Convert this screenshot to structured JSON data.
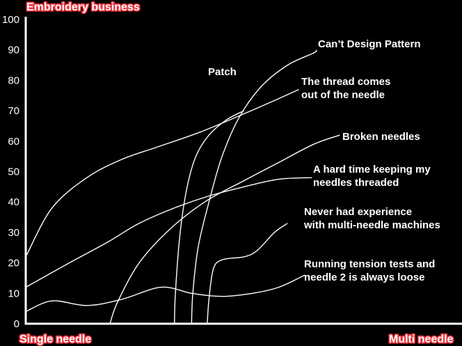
{
  "chart_data": {
    "type": "line",
    "title": "Embroidery business",
    "xlabel_left": "Single needle",
    "xlabel_right": "Multi needle",
    "ylim": [
      0,
      100
    ],
    "xlim": [
      0,
      100
    ],
    "y_ticks": [
      0,
      10,
      20,
      30,
      40,
      50,
      60,
      70,
      80,
      90,
      100
    ],
    "grid": false,
    "series": [
      {
        "name": "Can’t Design Pattern",
        "color": "#ffffff",
        "points": [
          [
            38.0,
            0
          ],
          [
            38.3,
            10
          ],
          [
            39.5,
            25
          ],
          [
            42,
            40
          ],
          [
            45,
            55
          ],
          [
            49,
            68
          ],
          [
            54,
            78
          ],
          [
            60,
            85
          ],
          [
            66,
            89
          ],
          [
            66.6,
            90
          ]
        ]
      },
      {
        "name": "Patch",
        "color": "#ffffff",
        "points": [
          [
            34.1,
            0
          ],
          [
            34.3,
            10
          ],
          [
            35.4,
            30
          ],
          [
            37,
            45
          ],
          [
            39,
            55
          ],
          [
            42,
            62
          ],
          [
            46,
            67
          ],
          [
            50,
            70
          ]
        ]
      },
      {
        "name": "The thread comes out of the needle",
        "color": "#ffffff",
        "points": [
          [
            0,
            22
          ],
          [
            6,
            38
          ],
          [
            14,
            48
          ],
          [
            22,
            54
          ],
          [
            30,
            58
          ],
          [
            40,
            63
          ],
          [
            50,
            69
          ],
          [
            58,
            74
          ],
          [
            62.6,
            77
          ]
        ]
      },
      {
        "name": "Broken needles",
        "color": "#ffffff",
        "points": [
          [
            19.3,
            0
          ],
          [
            21,
            7
          ],
          [
            26,
            20
          ],
          [
            33,
            31
          ],
          [
            41,
            40
          ],
          [
            50,
            47
          ],
          [
            58,
            53
          ],
          [
            66,
            59
          ],
          [
            72,
            62
          ]
        ]
      },
      {
        "name": "A hard time keeping my needles threaded",
        "color": "#ffffff",
        "points": [
          [
            0,
            12
          ],
          [
            10,
            20
          ],
          [
            19,
            27
          ],
          [
            26,
            33
          ],
          [
            34,
            38
          ],
          [
            42,
            42
          ],
          [
            50,
            45
          ],
          [
            58,
            47.5
          ],
          [
            65.6,
            48
          ]
        ]
      },
      {
        "name": "Never had experience with multi-needle machines",
        "color": "#ffffff",
        "points": [
          [
            41.6,
            0
          ],
          [
            42,
            8
          ],
          [
            43,
            18
          ],
          [
            45,
            21
          ],
          [
            50,
            22
          ],
          [
            53,
            24
          ],
          [
            57,
            30
          ],
          [
            60,
            33
          ]
        ]
      },
      {
        "name": "Running tension tests and needle 2 is always loose",
        "color": "#ffffff",
        "points": [
          [
            0,
            4
          ],
          [
            6,
            7.5
          ],
          [
            14,
            6
          ],
          [
            22,
            8
          ],
          [
            31,
            12
          ],
          [
            38,
            10
          ],
          [
            45,
            9
          ],
          [
            52,
            10
          ],
          [
            58,
            12
          ],
          [
            64,
            16
          ]
        ]
      }
    ],
    "annotations": [
      {
        "lines": [
          "Can’t Design Pattern"
        ]
      },
      {
        "lines": [
          "Patch"
        ]
      },
      {
        "lines": [
          "The thread comes",
          "out of the needle"
        ]
      },
      {
        "lines": [
          "Broken needles"
        ]
      },
      {
        "lines": [
          "A hard time keeping my",
          "needles threaded"
        ]
      },
      {
        "lines": [
          "Never had experience",
          "with multi-needle machines"
        ]
      },
      {
        "lines": [
          "Running tension tests and",
          "needle 2 is always loose"
        ]
      }
    ]
  }
}
